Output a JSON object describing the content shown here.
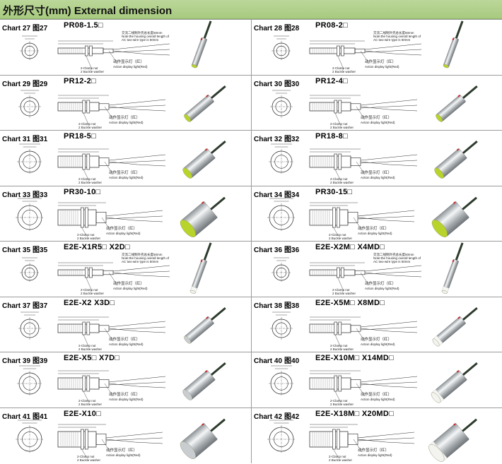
{
  "header": {
    "title": "外形尺寸(mm)  External dimension"
  },
  "charts": [
    {
      "id": 27,
      "chart_label": "Chart 27",
      "cn_label": "图27",
      "model": "PR08-1.5□",
      "sensor": "thin",
      "face": "green"
    },
    {
      "id": 28,
      "chart_label": "Chart 28",
      "cn_label": "图28",
      "model": "PR08-2□",
      "sensor": "thin",
      "face": "green"
    },
    {
      "id": 29,
      "chart_label": "Chart 29",
      "cn_label": "图29",
      "model": "PR12-2□",
      "sensor": "m12",
      "face": "green"
    },
    {
      "id": 30,
      "chart_label": "Chart 30",
      "cn_label": "图30",
      "model": "PR12-4□",
      "sensor": "m12",
      "face": "green"
    },
    {
      "id": 31,
      "chart_label": "Chart 31",
      "cn_label": "图31",
      "model": "PR18-5□",
      "sensor": "m18",
      "face": "green"
    },
    {
      "id": 32,
      "chart_label": "Chart 32",
      "cn_label": "图32",
      "model": "PR18-8□",
      "sensor": "m18",
      "face": "green"
    },
    {
      "id": 33,
      "chart_label": "Chart 33",
      "cn_label": "图33",
      "model": "PR30-10□",
      "sensor": "m30",
      "face": "green"
    },
    {
      "id": 34,
      "chart_label": "Chart 34",
      "cn_label": "图34",
      "model": "PR30-15□",
      "sensor": "m30",
      "face": "green"
    },
    {
      "id": 35,
      "chart_label": "Chart 35",
      "cn_label": "图35",
      "model": "E2E-X1R5□  X2D□",
      "sensor": "thin",
      "face": "white"
    },
    {
      "id": 36,
      "chart_label": "Chart 36",
      "cn_label": "图36",
      "model": "E2E-X2M□  X4MD□",
      "sensor": "thin",
      "face": "white"
    },
    {
      "id": 37,
      "chart_label": "Chart 37",
      "cn_label": "图37",
      "model": "E2E-X2  X3D□",
      "sensor": "m12",
      "face": "metal"
    },
    {
      "id": 38,
      "chart_label": "Chart 38",
      "cn_label": "图38",
      "model": "E2E-X5M□  X8MD□",
      "sensor": "m12",
      "face": "white"
    },
    {
      "id": 39,
      "chart_label": "Chart 39",
      "cn_label": "图39",
      "model": "E2E-X5□  X7D□",
      "sensor": "m18",
      "face": "metal"
    },
    {
      "id": 40,
      "chart_label": "Chart 40",
      "cn_label": "图40",
      "model": "E2E-X10M□  X14MD□",
      "sensor": "m18",
      "face": "white"
    },
    {
      "id": 41,
      "chart_label": "Chart 41",
      "cn_label": "图41",
      "model": "E2E-X10□",
      "sensor": "m30",
      "face": "metal"
    },
    {
      "id": 42,
      "chart_label": "Chart 42",
      "cn_label": "图42",
      "model": "E2E-X18M□  X20MD□",
      "sensor": "m30",
      "face": "white"
    }
  ],
  "drawing_text": {
    "clamp_nut": "2-Clamp nut",
    "buckle_washer": "2 Buckle washer",
    "action_cn": "动作显示灯（红）",
    "action_en": "Action display light(Red)",
    "ac_note": "交流二线制外壳总长度50mm\nNote:the housing overall length of\nAC two-wire type is 50mm",
    "ac_label": "AC"
  },
  "face_colors": {
    "green": "#b8d42a",
    "white": "#f3f3ef",
    "metal": "#c9cdd0"
  }
}
